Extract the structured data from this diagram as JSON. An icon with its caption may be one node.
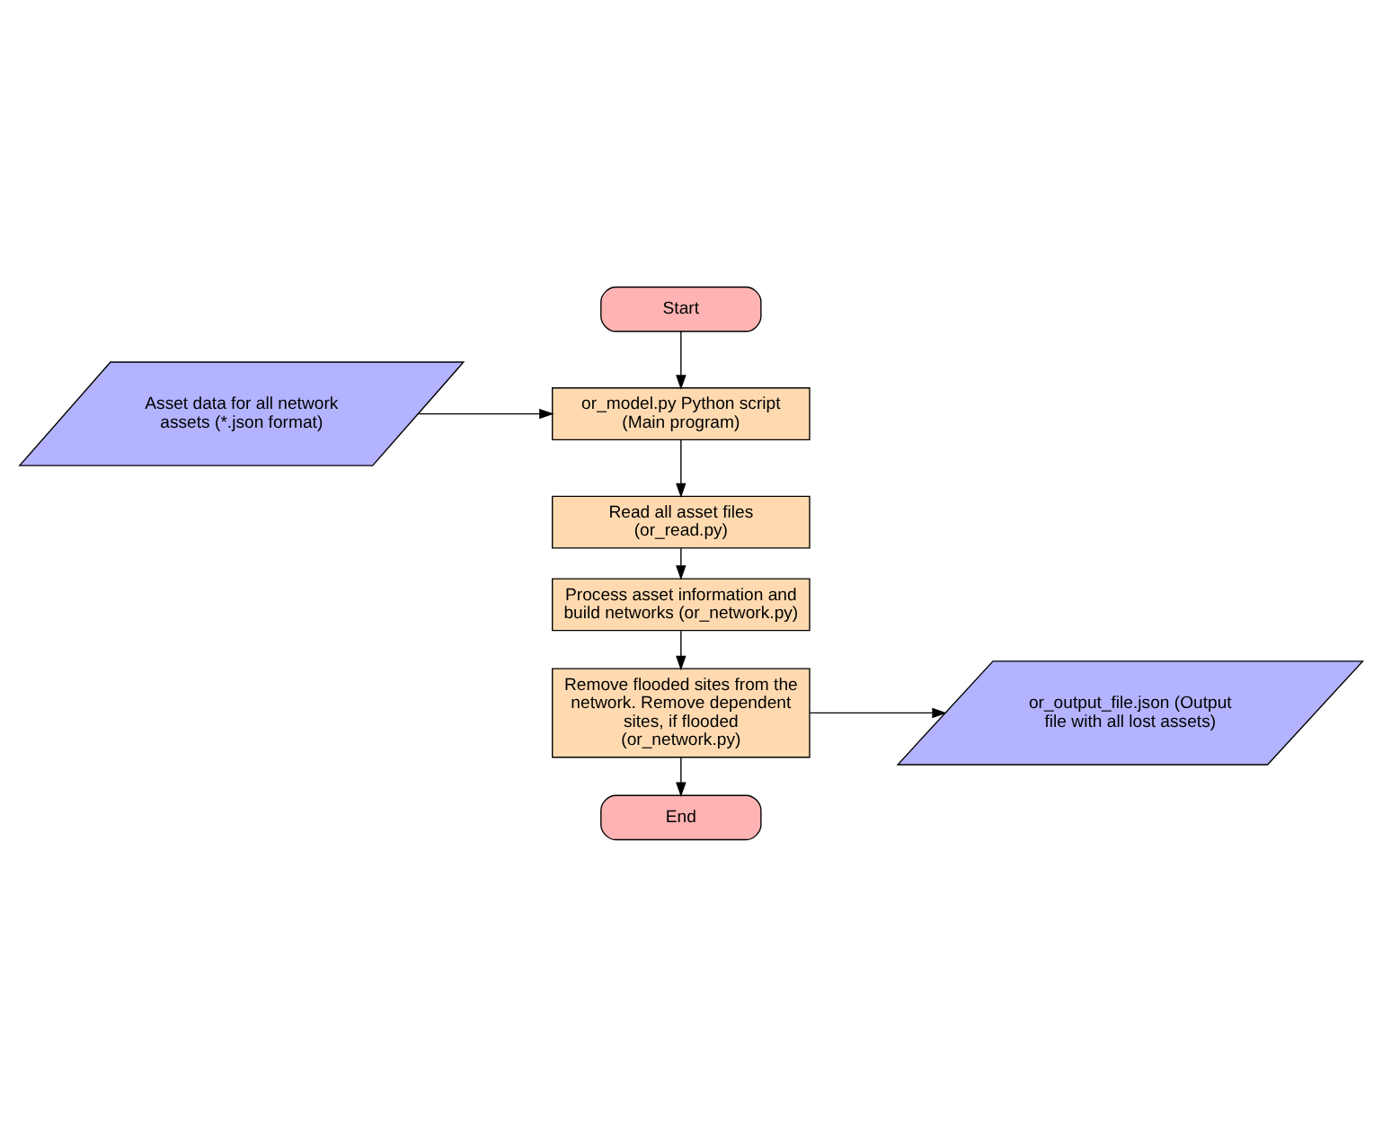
{
  "diagram": {
    "nodes": [
      {
        "text": [
          "Start"
        ]
      },
      {
        "text": [
          "or_model.py Python script (Main program)"
        ]
      },
      {
        "text": [
          "Asset data for all network assets (*.json format)"
        ]
      },
      {
        "text": [
          "Read all asset files (or_read.py)"
        ]
      },
      {
        "text": [
          "Process asset information and build networks (or_network.py)"
        ]
      },
      {
        "text": [
          "Remove flooded sites from the network. Remove dependent sites, if flooded (or_network.py)"
        ]
      },
      {
        "text": [
          "or_output_file.json (Output file with all lost assets)"
        ]
      },
      {
        "text": [
          "End"
        ]
      }
    ],
    "edges": [
      {
        "from": 0,
        "to": 1,
        "arrow": "to"
      },
      {
        "from": 2,
        "to": 1,
        "arrow": "to"
      },
      {
        "from": 1,
        "to": 3,
        "arrow": "to"
      },
      {
        "from": 3,
        "to": 4,
        "arrow": "to"
      },
      {
        "from": 4,
        "to": 5,
        "arrow": "to"
      },
      {
        "from": 5,
        "to": 6,
        "arrow": "to"
      },
      {
        "from": 5,
        "to": 7,
        "arrow": "to"
      }
    ]
  }
}
